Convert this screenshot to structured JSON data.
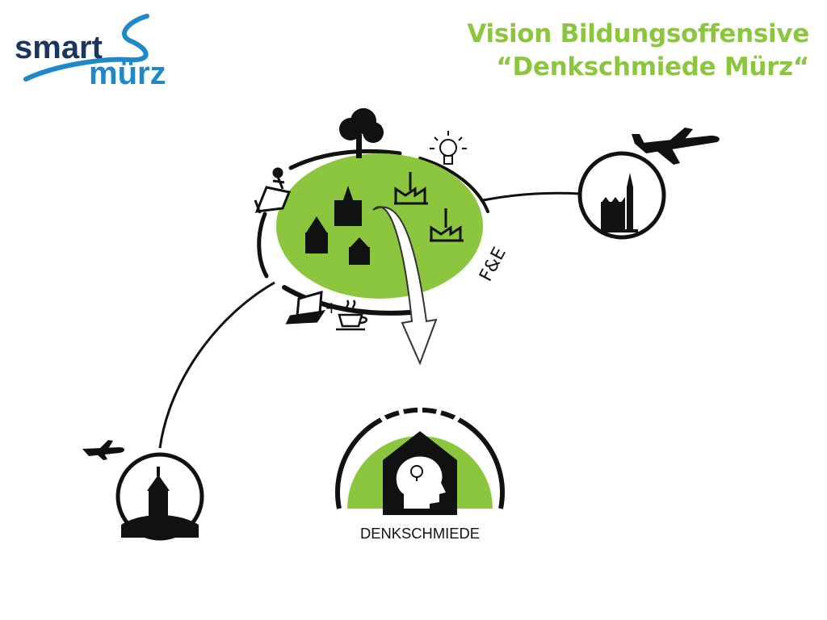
{
  "logo": {
    "word_top": "smart",
    "word_bottom": "mürz",
    "colors": {
      "dark": "#1b365d",
      "blue": "#1e88c9"
    }
  },
  "title": {
    "line1": "Vision Bildungsoffensive",
    "line2": "“Denkschmiede Mürz“"
  },
  "diagram": {
    "fe_label": "F&E",
    "plus_sign": "+",
    "denkschmiede_label": "DENKSCHMIEDE",
    "colors": {
      "green": "#8cc63e",
      "black": "#111111",
      "title_green": "#8cc63e"
    },
    "icons": [
      "tree-icon",
      "lightbulb-icon",
      "factory-icon",
      "tractor-farmer-icon",
      "house-icon",
      "laptop-icon",
      "coffee-cup-icon",
      "airplane-icon",
      "church-icon",
      "clock-tower-icon",
      "head-idea-icon"
    ]
  }
}
